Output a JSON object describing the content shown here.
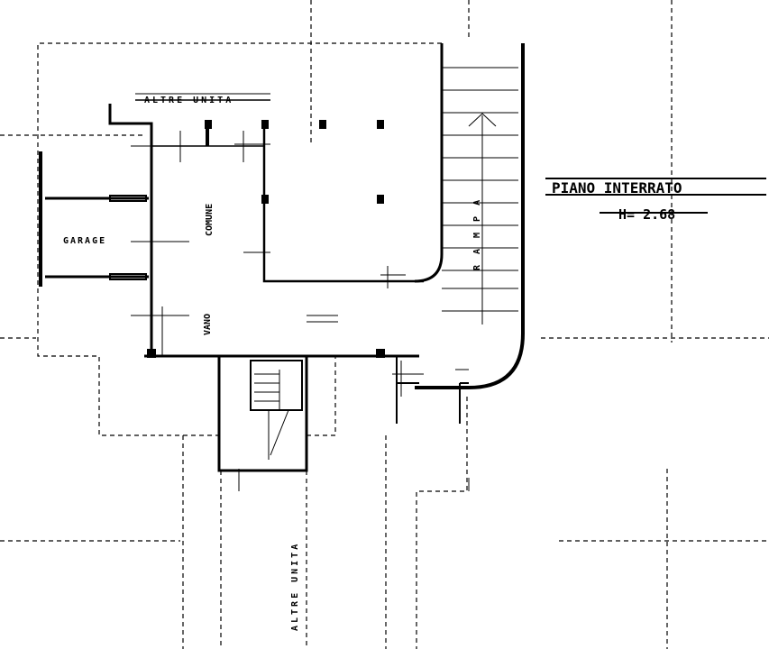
{
  "title": {
    "name": "PIANO INTERRATO",
    "height": "H= 2.68"
  },
  "rooms": {
    "altre_unita_top": "ALTRE UNITA",
    "garage": "GARAGE",
    "comune": "COMUNE",
    "vano": "VANO",
    "rampa": "RAMPA",
    "altre_unita_bottom": "ALTRE UNITA"
  },
  "colors": {
    "ink": "#000000",
    "paper": "#ffffff"
  }
}
